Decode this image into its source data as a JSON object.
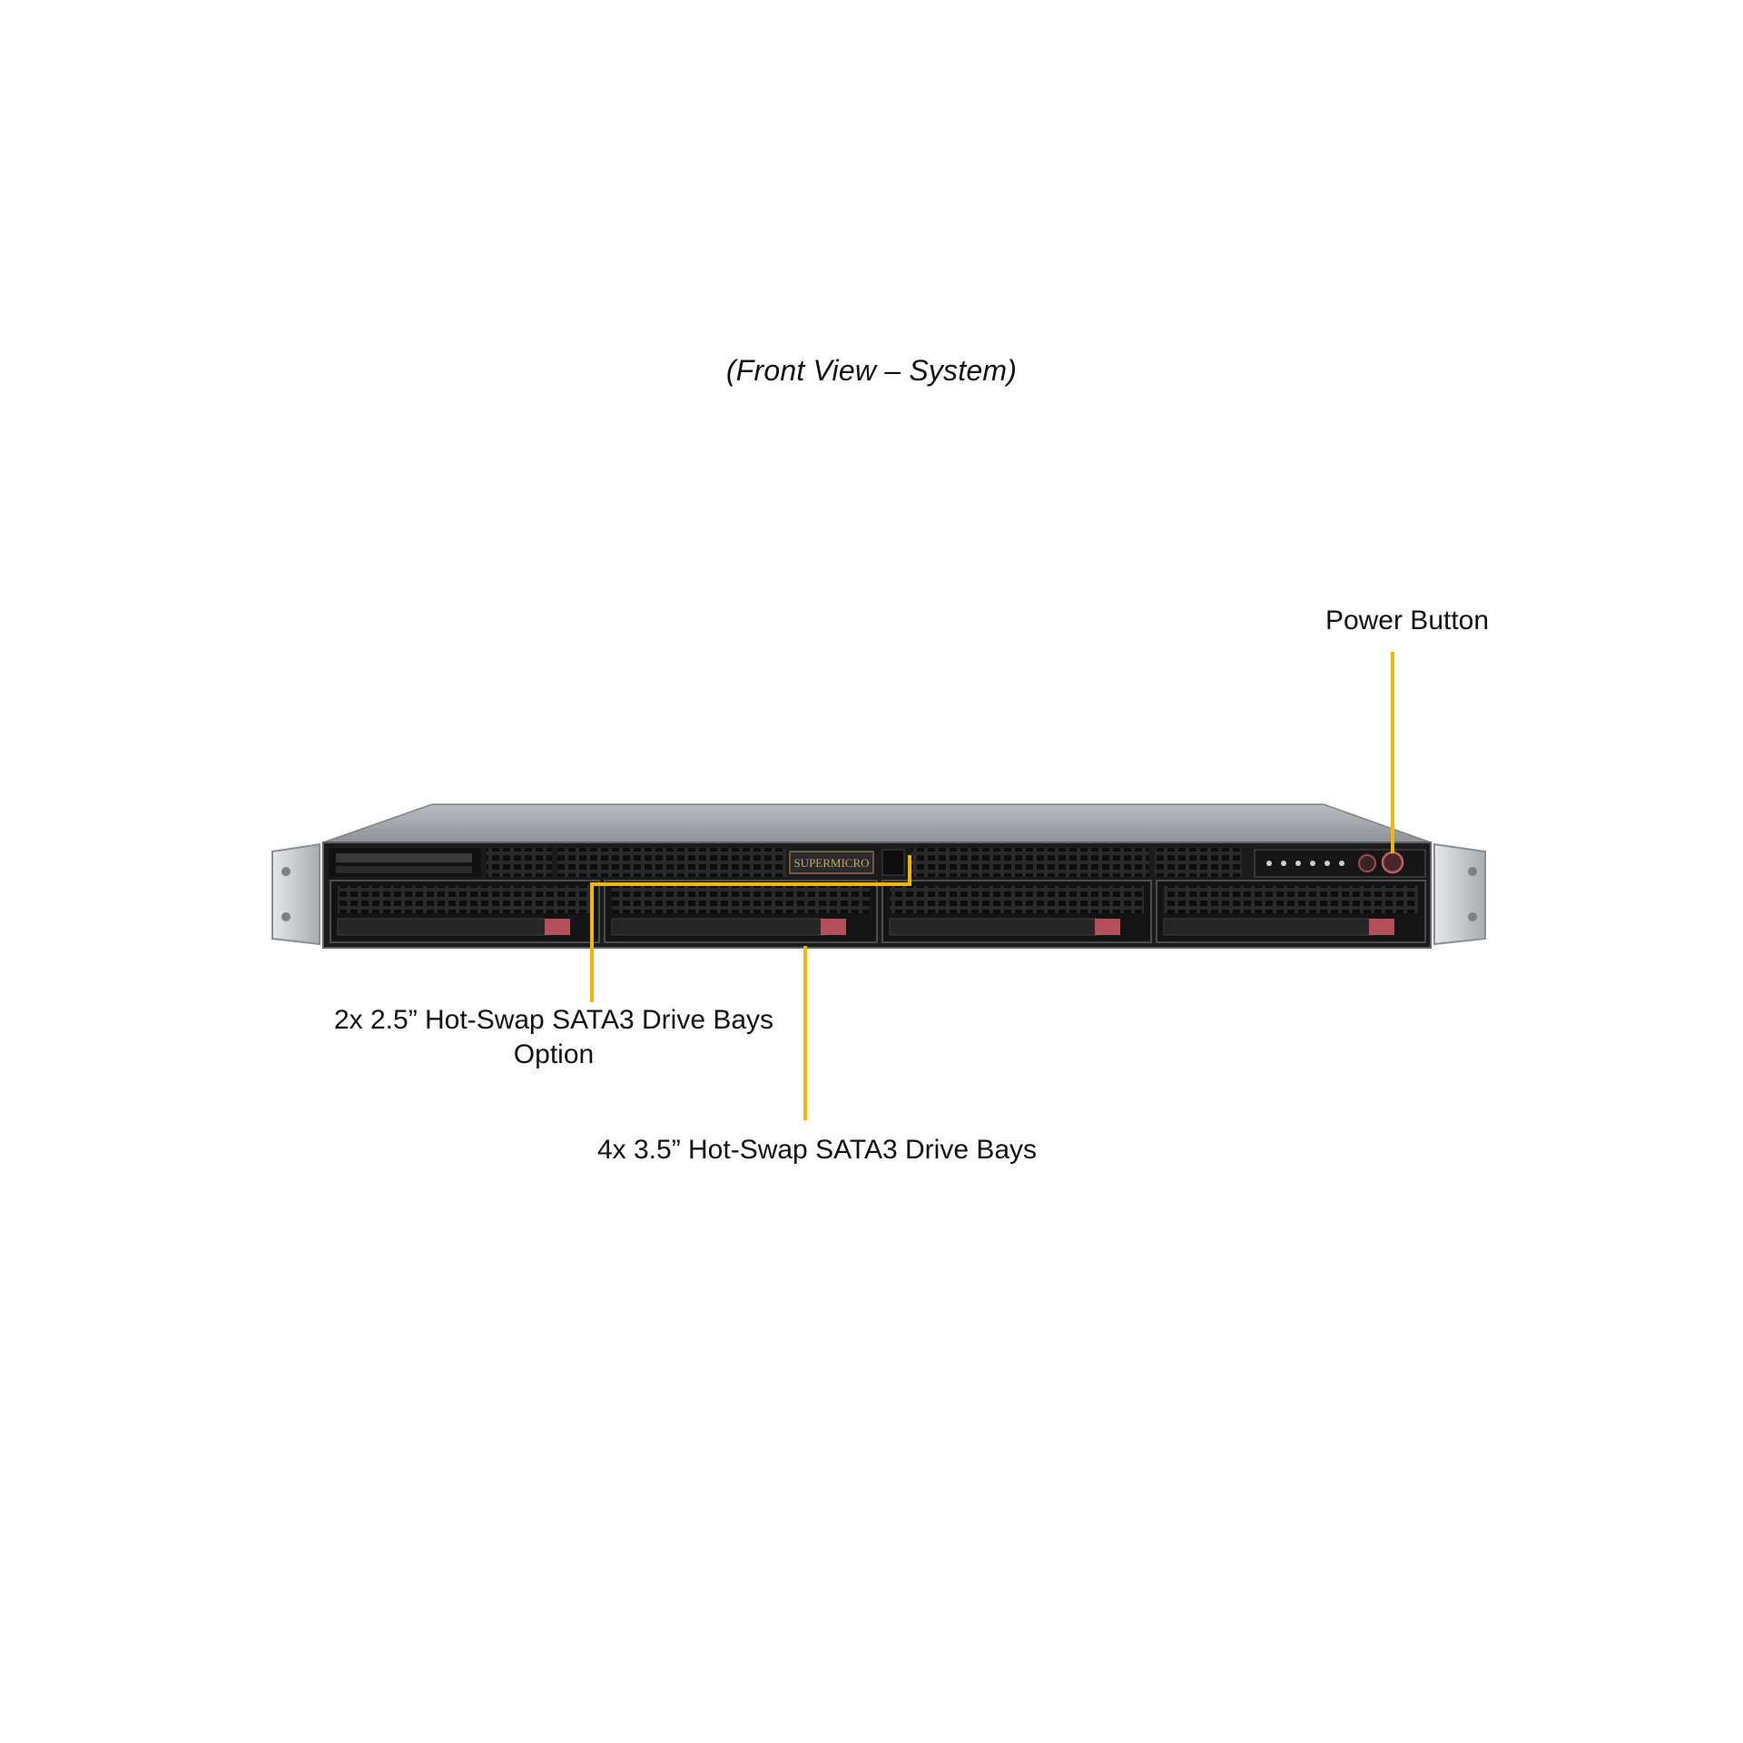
{
  "title": "(Front View – System)",
  "callouts": {
    "power_button": "Power Button",
    "bays_25_line1": "2x 2.5” Hot-Swap SATA3 Drive Bays",
    "bays_25_line2": "Option",
    "bays_35": "4x 3.5” Hot-Swap SATA3 Drive Bays"
  },
  "brand_logo": "SUPERMICRO",
  "colors": {
    "callout_line": "#F2B705",
    "chassis_top": "#9fa3a8",
    "front_panel": "#1b1b1b",
    "drive_latch": "#b5505a"
  }
}
